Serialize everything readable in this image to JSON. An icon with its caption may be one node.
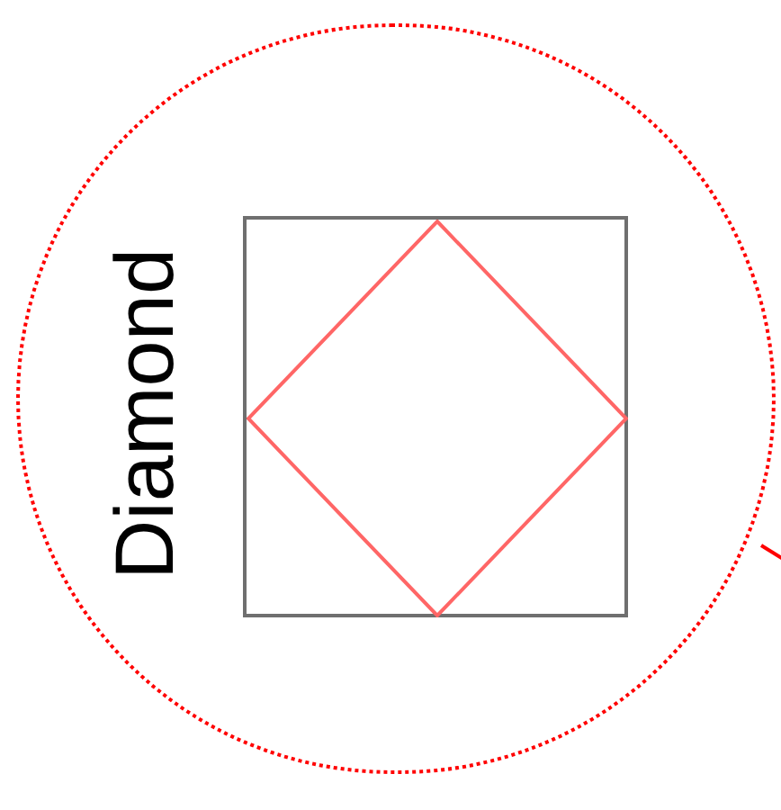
{
  "diagram": {
    "nodes": [
      {
        "text": [
          "Diamond"
        ]
      },
      {
        "text": [],
        "shape": "box",
        "in": 0
      },
      {
        "text": [],
        "shape": "diamond",
        "in": 1
      }
    ]
  }
}
